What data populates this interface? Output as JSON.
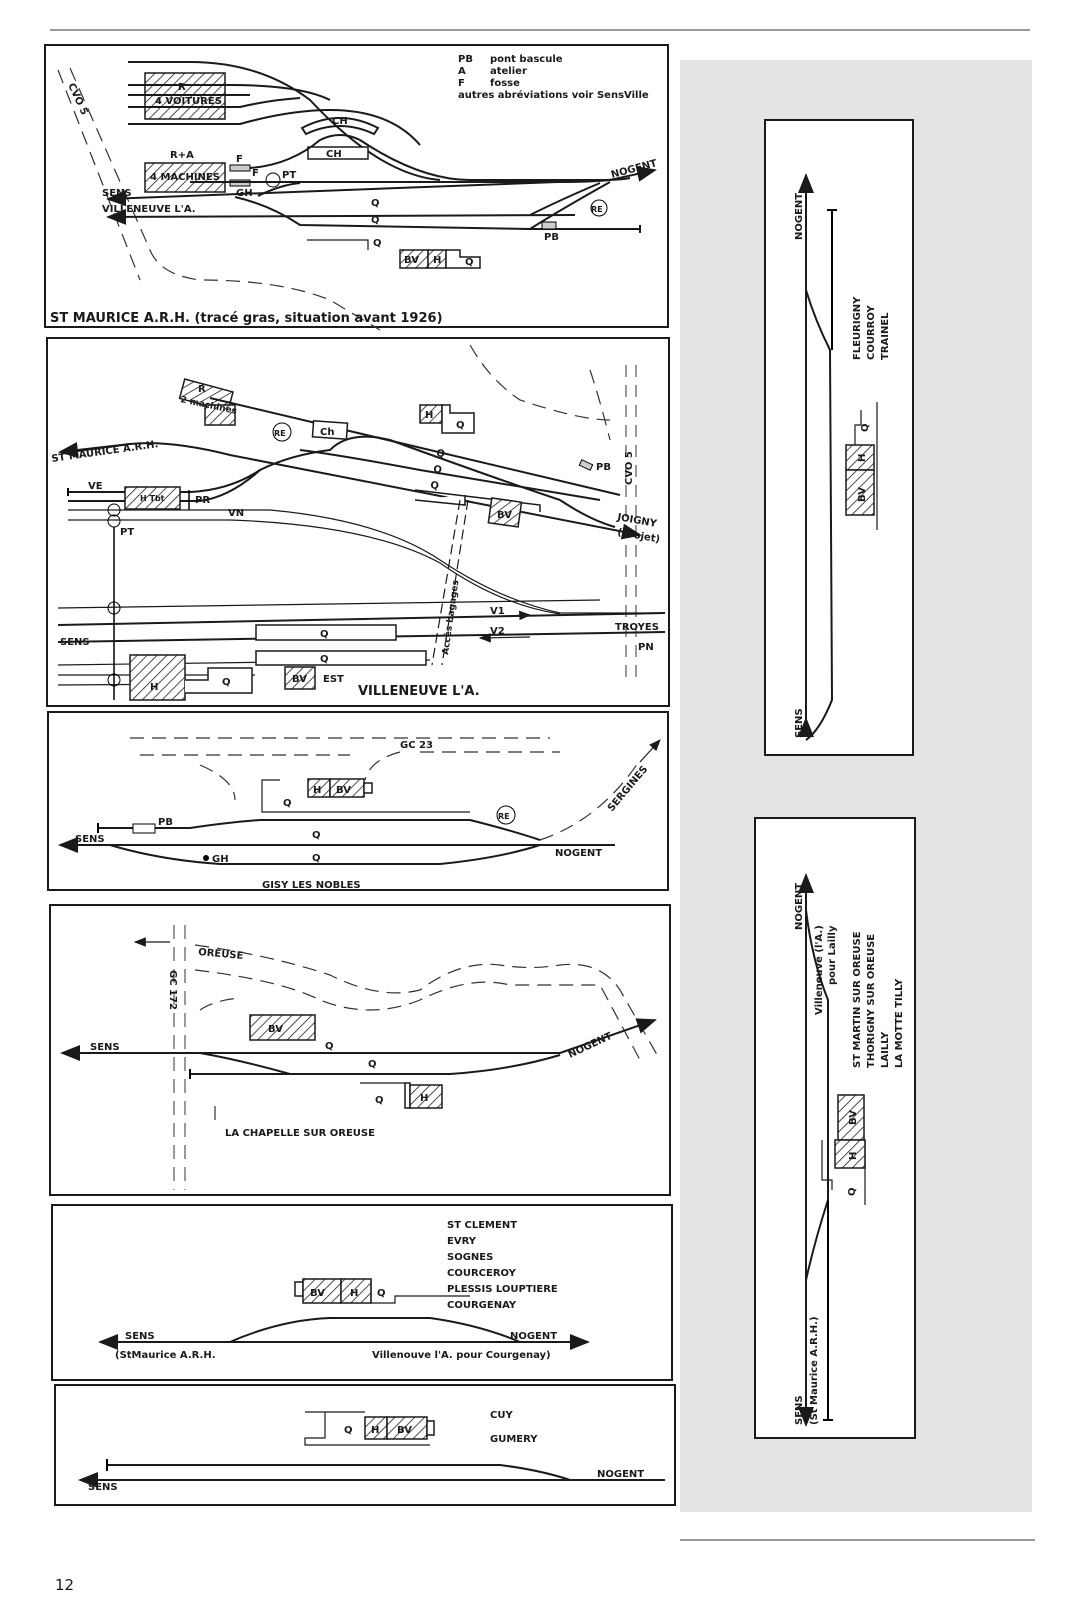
{
  "page_number": "12",
  "panels": {
    "st_maurice": {
      "title": "ST MAURICE A.R.H. (tracé gras, situation avant 1926)",
      "legend": [
        {
          "abbr": "PB",
          "meaning": "pont bascule"
        },
        {
          "abbr": "A",
          "meaning": "atelier"
        },
        {
          "abbr": "F",
          "meaning": "fosse"
        }
      ],
      "legend_note": "autres abréviations voir SensVille",
      "road": "CVO 5",
      "r_label": "R",
      "voitures": "4 VOITURES",
      "ch": "CH",
      "ra_label": "R+A",
      "machines": "4 MACHINES",
      "f": "F",
      "pt": "PT",
      "gh": "GH",
      "sens": "SENS",
      "villeneuve": "VILLENEUVE L'A.",
      "nogent": "NOGENT",
      "q": "Q",
      "re": "RE",
      "pb": "PB",
      "bv": "BV",
      "h": "H"
    },
    "villeneuve": {
      "title": "VILLENEUVE L'A.",
      "st_maurice": "ST MAURICE A.R.H.",
      "r_label": "R",
      "machines": "2 machines",
      "re": "RE",
      "ch": "Ch",
      "h": "H",
      "q": "Q",
      "pb": "PB",
      "road": "CVO 5",
      "joigny": "JOIGNY",
      "projet": "(projet)",
      "ve": "VE",
      "htbt": "H Tbt",
      "pr": "PR",
      "vn": "VN",
      "pt": "PT",
      "bv": "BV",
      "acces": "Accès bagages",
      "v1": "V1",
      "v2": "V2",
      "troyes": "TROYES",
      "pn": "PN",
      "sens": "SENS",
      "est": "EST"
    },
    "gisy": {
      "title": "GISY LES NOBLES",
      "road": "GC 23",
      "sergines": "SERGINES",
      "pb": "PB",
      "sens": "SENS",
      "nogent": "NOGENT",
      "gh": "GH",
      "q": "Q",
      "h": "H",
      "bv": "BV",
      "re": "RE"
    },
    "chapelle": {
      "title": "LA CHAPELLE SUR OREUSE",
      "river": "OREUSE",
      "road": "GC 172",
      "bv": "BV",
      "q": "Q",
      "h": "H",
      "sens": "SENS",
      "nogent": "NOGENT"
    },
    "st_clement": {
      "stations": [
        "ST CLEMENT",
        "EVRY",
        "SOGNES",
        "COURCEROY",
        "PLESSIS LOUPTIERE",
        "COURGENAY"
      ],
      "bv": "BV",
      "h": "H",
      "q": "Q",
      "sens": "SENS",
      "sens_note": "(StMaurice A.R.H.",
      "nogent": "NOGENT",
      "nogent_note": "Villenouve l'A. pour Courgenay)"
    },
    "cuy": {
      "stations": [
        "CUY",
        "GUMERY"
      ],
      "q": "Q",
      "h": "H",
      "bv": "BV",
      "sens": "SENS",
      "nogent": "NOGENT"
    },
    "fleurigny": {
      "stations": [
        "FLEURIGNY",
        "COURROY",
        "TRAINEL"
      ],
      "nogent": "NOGENT",
      "sens": "SENS",
      "q": "Q",
      "h": "H",
      "bv": "BV"
    },
    "st_martin": {
      "stations": [
        "ST MARTIN SUR OREUSE",
        "THORIGNY SUR OREUSE",
        "LAILLY",
        "LA MOTTE TILLY"
      ],
      "nogent": "NOGENT",
      "nogent_note_1": "Villeneuve (l'A.)",
      "nogent_note_2": "pour Lailly",
      "sens": "SENS",
      "sens_note": "(St Maurice A.R.H.)",
      "q": "Q",
      "h": "H",
      "bv": "BV"
    }
  }
}
